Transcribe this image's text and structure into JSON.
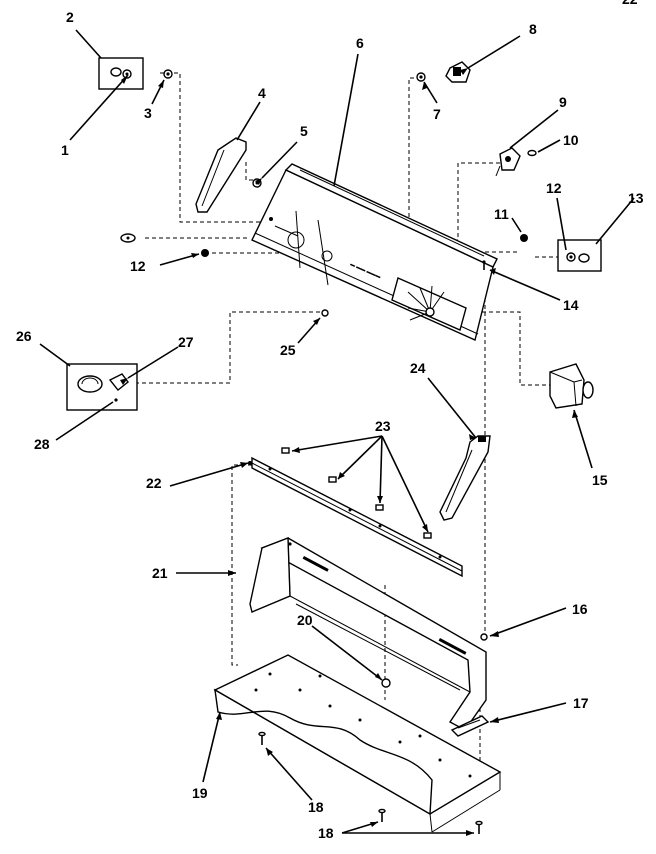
{
  "labels": [
    "1",
    "2",
    "3",
    "4",
    "5",
    "6",
    "7",
    "8",
    "9",
    "10",
    "11",
    "12",
    "12",
    "13",
    "14",
    "15",
    "16",
    "17",
    "18",
    "18",
    "19",
    "20",
    "21",
    "22",
    "23",
    "24",
    "25",
    "26",
    "27",
    "28"
  ],
  "header_fragment": "22"
}
